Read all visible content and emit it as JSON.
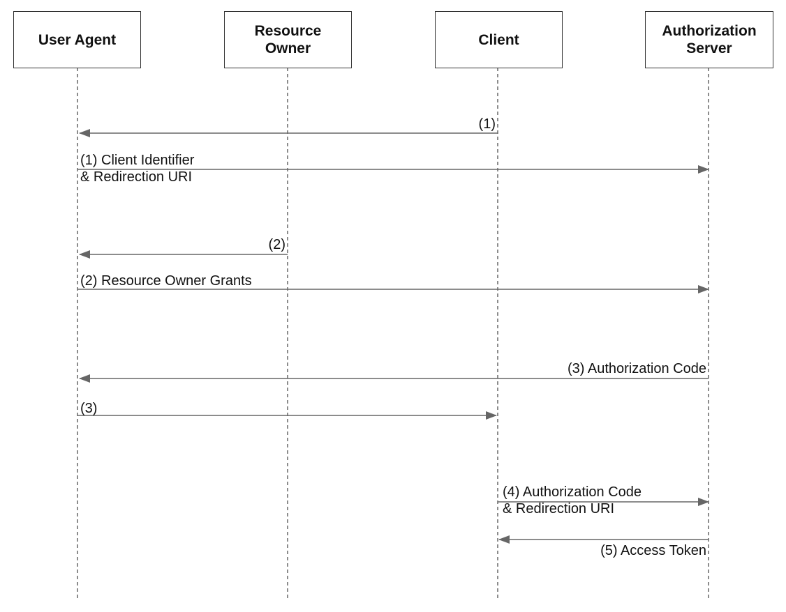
{
  "actors": [
    {
      "id": "user-agent",
      "label": "User Agent"
    },
    {
      "id": "resource-owner",
      "label": "Resource\nOwner"
    },
    {
      "id": "client",
      "label": "Client"
    },
    {
      "id": "authorization-server",
      "label": "Authorization\nServer"
    }
  ],
  "messages": [
    {
      "id": "msg-1-redirect",
      "from": "client",
      "to": "user-agent",
      "label": "(1)"
    },
    {
      "id": "msg-1-client-identifier",
      "from": "user-agent",
      "to": "authorization-server",
      "label": "(1) Client Identifier\n& Redirection URI"
    },
    {
      "id": "msg-2-prompt",
      "from": "resource-owner",
      "to": "user-agent",
      "label": "(2)"
    },
    {
      "id": "msg-2-grants",
      "from": "user-agent",
      "to": "authorization-server",
      "label": "(2) Resource Owner Grants"
    },
    {
      "id": "msg-3-authorization-code",
      "from": "authorization-server",
      "to": "user-agent",
      "label": "(3) Authorization Code"
    },
    {
      "id": "msg-3-forward",
      "from": "user-agent",
      "to": "client",
      "label": "(3)"
    },
    {
      "id": "msg-4-code-exchange",
      "from": "client",
      "to": "authorization-server",
      "label": "(4) Authorization Code\n& Redirection URI"
    },
    {
      "id": "msg-5-access-token",
      "from": "authorization-server",
      "to": "client",
      "label": "(5) Access Token"
    }
  ],
  "colors": {
    "line": "#666666",
    "box_border": "#333333",
    "text": "#111111"
  }
}
